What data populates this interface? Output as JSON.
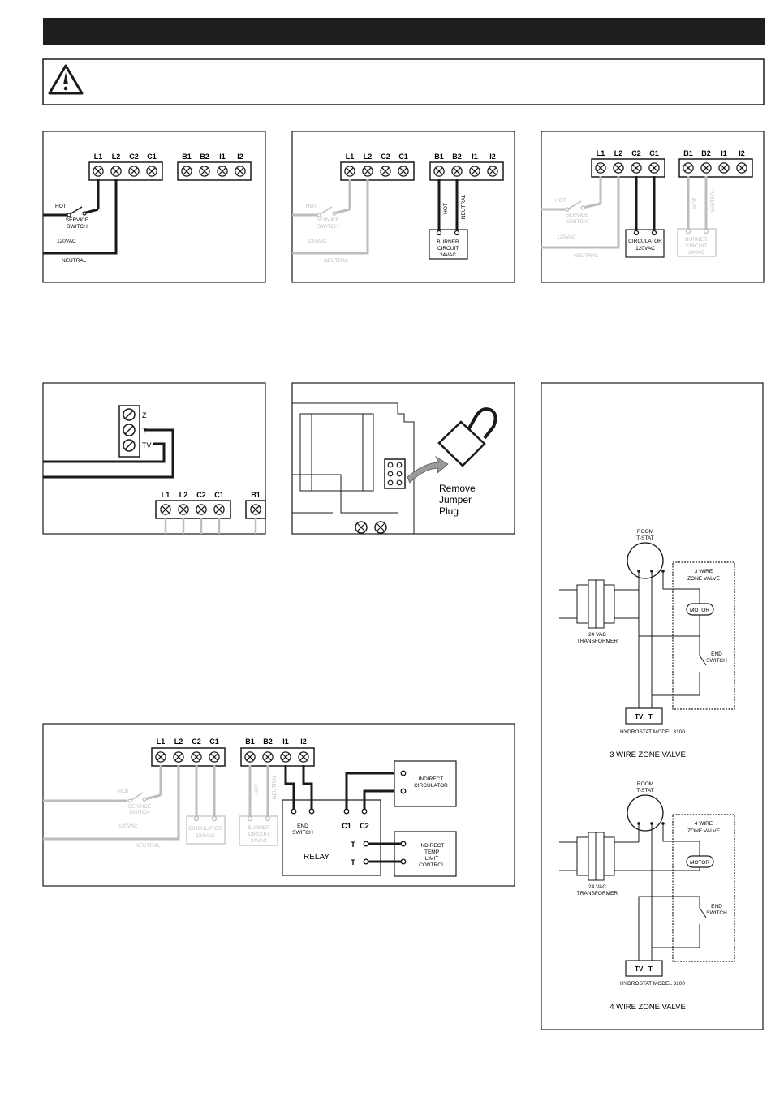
{
  "header": {
    "title": ""
  },
  "warning": {
    "icon": "warning-triangle-icon",
    "text": ""
  },
  "labels": {
    "hot": "HOT",
    "service_switch_1": "SERVICE",
    "service_switch_2": "SWITCH",
    "vac120": "120VAC",
    "neutral": "NEUTRAL",
    "neutral_v": "NEUTRAL",
    "hot_v": "HOT",
    "burner_1": "BURNER",
    "burner_2": "CIRCUIT",
    "burner_3": "24VAC",
    "circ_1": "CIRCULATOR",
    "circ_2": "120VAC",
    "z": "Z",
    "t": "T",
    "tv": "TV",
    "remove_1": "Remove",
    "remove_2": "Jumper",
    "remove_3": "Plug",
    "end_switch_1": "END",
    "end_switch_2": "SWITCH",
    "relay": "RELAY",
    "rc1": "C1",
    "rc2": "C2",
    "rt": "T",
    "ind_circ_1": "INDIRECT",
    "ind_circ_2": "CIRCULATOR",
    "ind_limit_1": "INDIRECT",
    "ind_limit_2": "TEMP",
    "ind_limit_3": "LIMIT",
    "ind_limit_4": "CONTROL",
    "room_1": "ROOM",
    "room_2": "T-STAT",
    "zv3_1": "3 WIRE",
    "zv3_2": "ZONE VALVE",
    "zv4_1": "4 WIRE",
    "zv4_2": "ZONE VALVE",
    "motor": "MOTOR",
    "transformer_1": "24 VAC",
    "transformer_2": "TRANSFORMER",
    "end_1": "END",
    "end_2": "SWITCH",
    "tv_t": "TV   T",
    "hydrostat": "HYDROSTAT MODEL 3100",
    "caption3": "3 WIRE ZONE VALVE",
    "caption4": "4 WIRE ZONE VALVE"
  },
  "terminals": {
    "L1": "L1",
    "L2": "L2",
    "C2": "C2",
    "C1": "C1",
    "B1": "B1",
    "B2": "B2",
    "I1": "I1",
    "I2": "I2"
  },
  "colors": {
    "ink": "#1a1a1a",
    "grey": "#bdbdbd",
    "header": "#1e1e1e"
  }
}
